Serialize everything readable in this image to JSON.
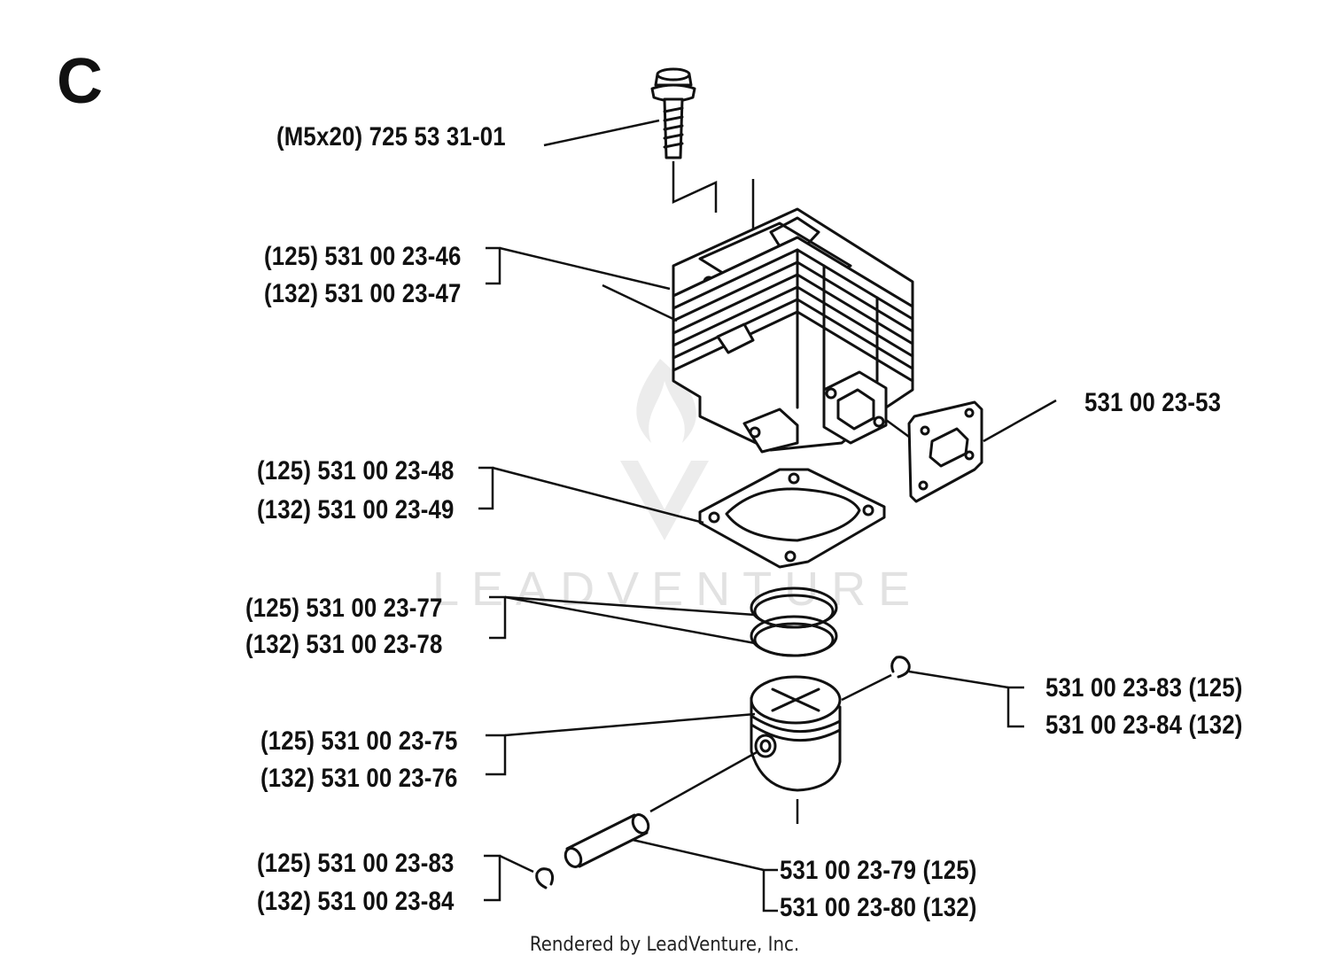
{
  "section_letter": "C",
  "watermark": "LEADVENTURE",
  "footer": "Rendered by LeadVenture, Inc.",
  "callouts": {
    "screw": "(M5x20) 725 53 31-01",
    "cylinder_125": "(125) 531 00 23-46",
    "cylinder_132": "(132) 531 00 23-47",
    "intake_gasket": "531 00 23-53",
    "base_gasket_125": "(125) 531 00 23-48",
    "base_gasket_132": "(132) 531 00 23-49",
    "ring_125": "(125) 531 00 23-77",
    "ring_132": "(132) 531 00 23-78",
    "circlip_right_125": "531 00 23-83 (125)",
    "circlip_right_132": "531 00 23-84 (132)",
    "piston_125": "(125) 531 00 23-75",
    "piston_132": "(132) 531 00 23-76",
    "circlip_left_125": "(125) 531 00 23-83",
    "circlip_left_132": "(132) 531 00 23-84",
    "pin_125": "531 00 23-79 (125)",
    "pin_132": "531 00 23-80 (132)"
  }
}
